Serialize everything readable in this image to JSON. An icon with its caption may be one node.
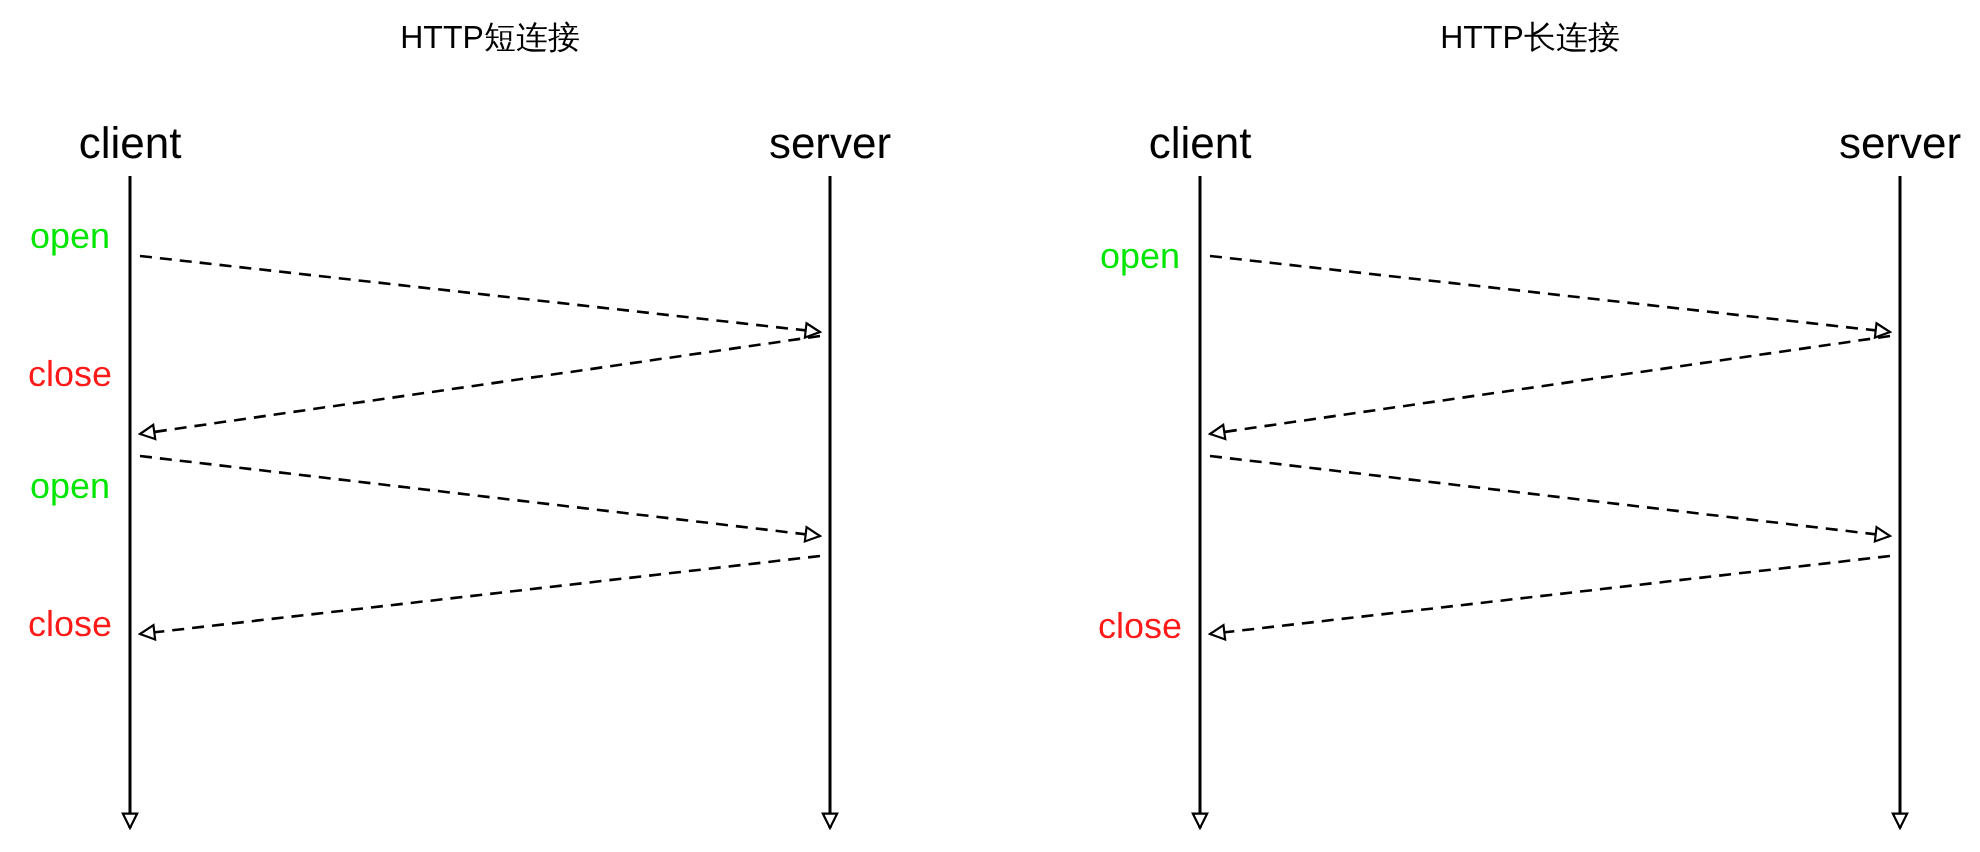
{
  "diagram": {
    "nodes": [
      {
        "text": [
          "client"
        ]
      },
      {
        "text": [
          "server"
        ]
      },
      {
        "text": [
          "client"
        ]
      },
      {
        "text": [
          "server"
        ]
      }
    ],
    "edges": [
      {
        "from": 0,
        "to": 1,
        "arrow": "to",
        "style": "dashed"
      },
      {
        "from": 1,
        "to": 0,
        "arrow": "to",
        "style": "dashed"
      },
      {
        "from": 0,
        "to": 1,
        "arrow": "to",
        "style": "dashed"
      },
      {
        "from": 1,
        "to": 0,
        "arrow": "to",
        "style": "dashed"
      },
      {
        "from": 2,
        "to": 3,
        "arrow": "to",
        "style": "dashed"
      },
      {
        "from": 3,
        "to": 2,
        "arrow": "to",
        "style": "dashed"
      },
      {
        "from": 2,
        "to": 3,
        "arrow": "to",
        "style": "dashed"
      },
      {
        "from": 3,
        "to": 2,
        "arrow": "to",
        "style": "dashed"
      }
    ],
    "labels": [
      "HTTP短连接",
      "HTTP长连接",
      "open",
      "close",
      "open",
      "close",
      "open",
      "close"
    ]
  }
}
